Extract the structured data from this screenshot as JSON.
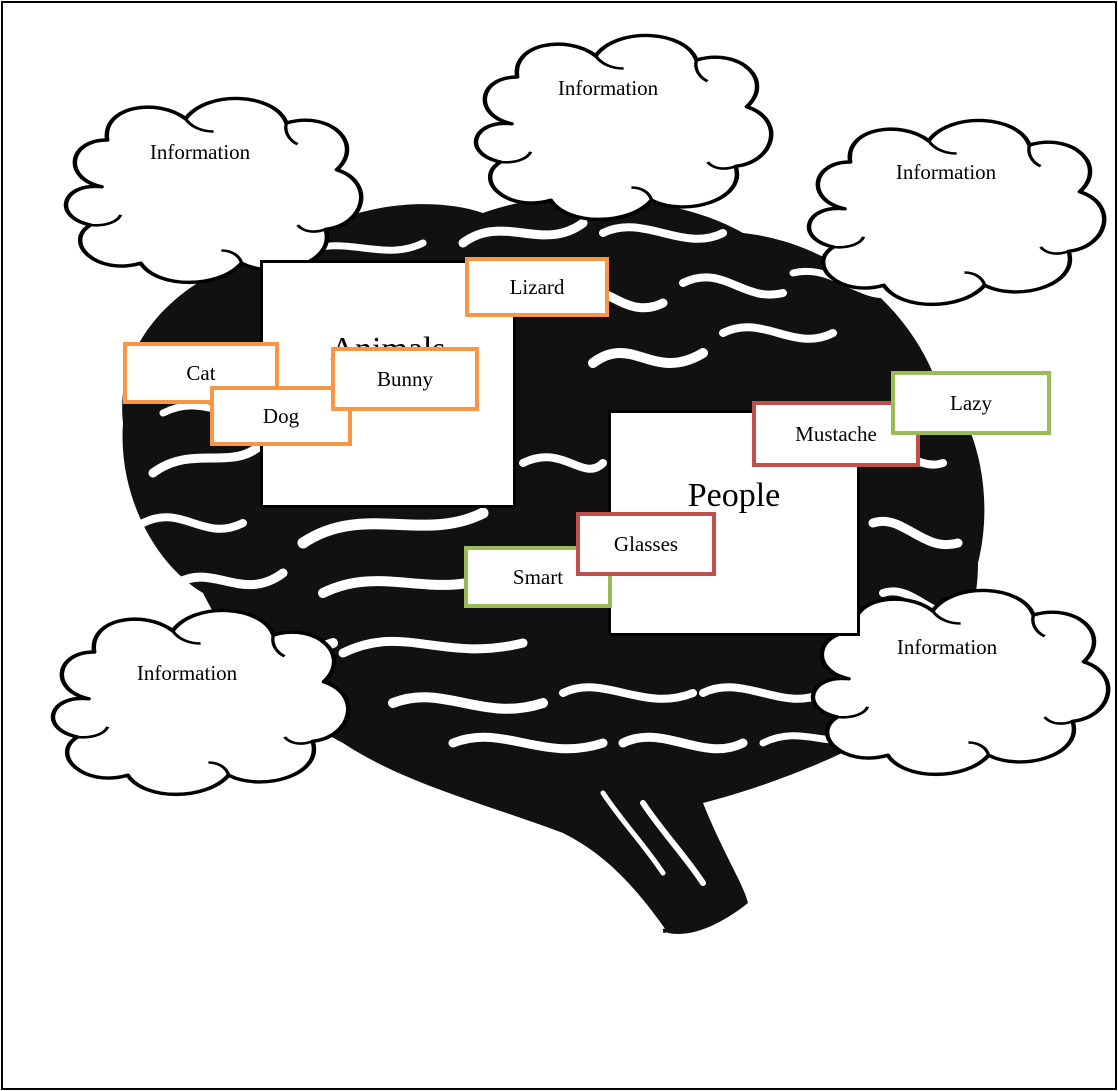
{
  "colors": {
    "animal_tag": "#f79646",
    "people_tag": "#c0504d",
    "trait_tag": "#9bbb59",
    "brain": "#111111",
    "frame": "#000000"
  },
  "clouds": [
    {
      "id": "cloud-top-left",
      "label": "Information"
    },
    {
      "id": "cloud-top-center",
      "label": "Information"
    },
    {
      "id": "cloud-top-right",
      "label": "Information"
    },
    {
      "id": "cloud-bottom-left",
      "label": "Information"
    },
    {
      "id": "cloud-bottom-right",
      "label": "Information"
    }
  ],
  "schemas": {
    "animals": {
      "title": "Animals"
    },
    "people": {
      "title": "People"
    }
  },
  "tags": {
    "lizard": "Lizard",
    "cat": "Cat",
    "dog": "Dog",
    "bunny": "Bunny",
    "mustache": "Mustache",
    "lazy": "Lazy",
    "glasses": "Glasses",
    "smart": "Smart"
  }
}
